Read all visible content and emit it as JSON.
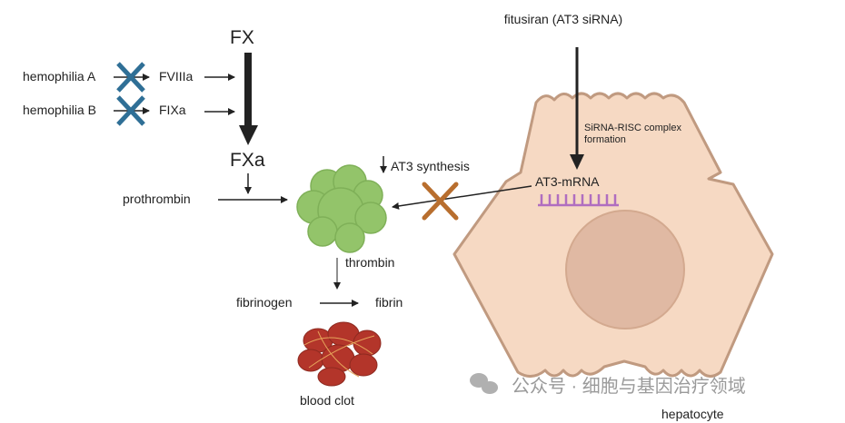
{
  "labels": {
    "fx": "FX",
    "fxa": "FXa",
    "hemophilia_a": "hemophilia A",
    "hemophilia_b": "hemophilia B",
    "fviiia": "FVIIIa",
    "fixa": "FIXa",
    "prothrombin": "prothrombin",
    "at3_synthesis": "AT3 synthesis",
    "thrombin": "thrombin",
    "fibrinogen": "fibrinogen",
    "fibrin": "fibrin",
    "blood_clot": "blood clot",
    "fitusiran": "fitusiran (AT3 siRNA)",
    "sirna_risc_line1": "SiRNA-RISC complex",
    "sirna_risc_line2": "formation",
    "at3_mrna": "AT3-mRNA",
    "hepatocyte": "hepatocyte"
  },
  "watermark": "公众号 · 细胞与基因治疗领域",
  "colors": {
    "block_x_blue": "#2f6f96",
    "block_x_orange": "#b86e2e",
    "thrombin_green": "#93c46a",
    "clot_red": "#b3352a",
    "cell_fill": "#f6d9c3",
    "cell_stroke": "#c09a80",
    "nucleus": "#e0b9a3",
    "mrna_purple": "#b06ec0"
  }
}
